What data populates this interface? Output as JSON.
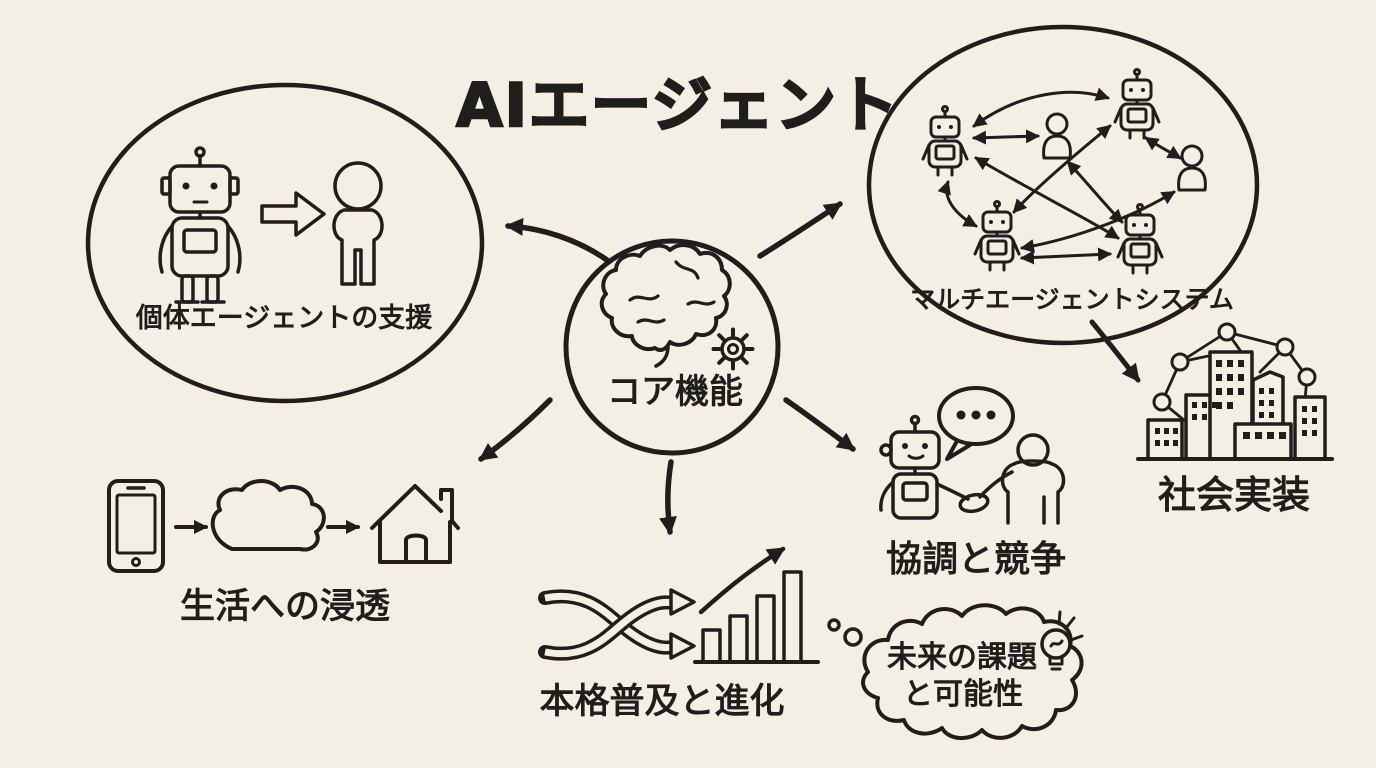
{
  "title": "AIエージェント",
  "center": {
    "label": "コア機能"
  },
  "sections": {
    "individual_support": {
      "label": "個体エージェントの支援"
    },
    "multi_agent_system": {
      "label": "マルチエージェントシステム"
    },
    "social_implementation": {
      "label": "社会実装"
    },
    "life_penetration": {
      "label": "生活への浸透"
    },
    "adoption_evolution": {
      "label": "本格普及と進化"
    },
    "cooperation_competition": {
      "label": "協調と競争"
    },
    "future": {
      "line1": "未来の課題",
      "line2": "と可能性"
    }
  },
  "colors": {
    "background": "#f3efe5",
    "ink": "#201e1a"
  },
  "icons": {
    "brain-icon": "brain outline",
    "gear-icon": "gear",
    "robot-icon": "robot outline",
    "person-icon": "person outline",
    "block-arrow-icon": "outline right arrow",
    "phone-icon": "smartphone",
    "cloud-icon": "cloud",
    "house-icon": "house with chimney",
    "shuffle-arrows-icon": "two interweaving arrows",
    "bar-chart-icon": "ascending bars",
    "growth-arrow-icon": "rising curve arrow",
    "speech-bubble-icon": "ellipsis speech bubble",
    "handshake-icon": "robot-human handshake",
    "city-icon": "building skyline",
    "network-icon": "connected nodes",
    "thought-cloud-icon": "thought bubble",
    "lightbulb-icon": "idea bulb"
  }
}
